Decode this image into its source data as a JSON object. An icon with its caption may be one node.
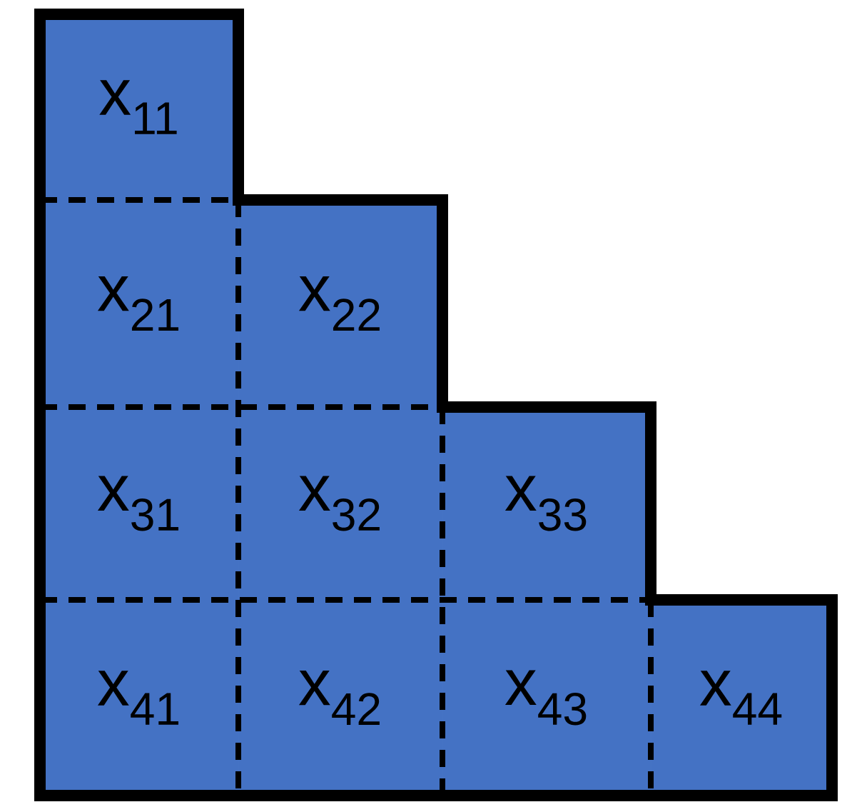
{
  "diagram": {
    "nodes": [
      {
        "text": [
          "x$_{11}$"
        ]
      },
      {
        "text": [
          "x$_{21}$"
        ]
      },
      {
        "text": [
          "x$_{22}$"
        ]
      },
      {
        "text": [
          "x$_{31}$"
        ]
      },
      {
        "text": [
          "x$_{32}$"
        ]
      },
      {
        "text": [
          "x$_{33}$"
        ]
      },
      {
        "text": [
          "x$_{41}$"
        ]
      },
      {
        "text": [
          "x$_{42}$"
        ]
      },
      {
        "text": [
          "x$_{43}$"
        ]
      },
      {
        "text": [
          "x$_{44}$"
        ]
      }
    ]
  }
}
